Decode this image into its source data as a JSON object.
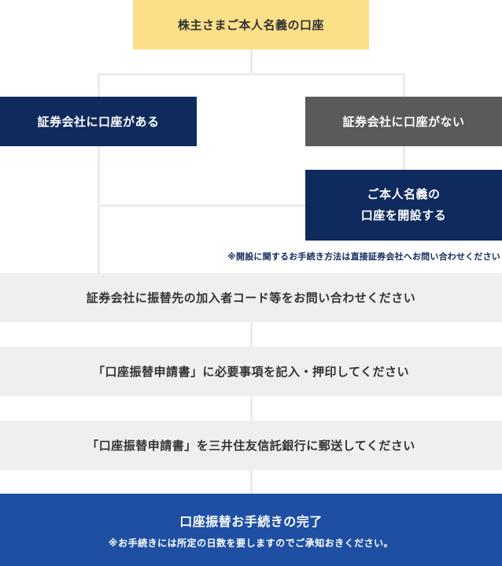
{
  "top_box": "株主さまご本人名義の口座",
  "branch_yes": "証券会社に口座がある",
  "branch_no": "証券会社に口座がない",
  "open_account": {
    "line1": "ご本人名義の",
    "line2": "口座を開設する"
  },
  "open_note": "※開設に関するお手続き方法は直接証券会社へお問い合わせください",
  "steps": [
    "証券会社に振替先の加入者コード等をお問い合わせください",
    "「口座振替申請書」に必要事項を記入・押印してください",
    "「口座振替申請書」を三井住友信託銀行に郵送してください"
  ],
  "final": {
    "title": "口座振替お手続きの完了",
    "note": "※お手続きには所定の日数を要しますのでご承知おきください。"
  }
}
